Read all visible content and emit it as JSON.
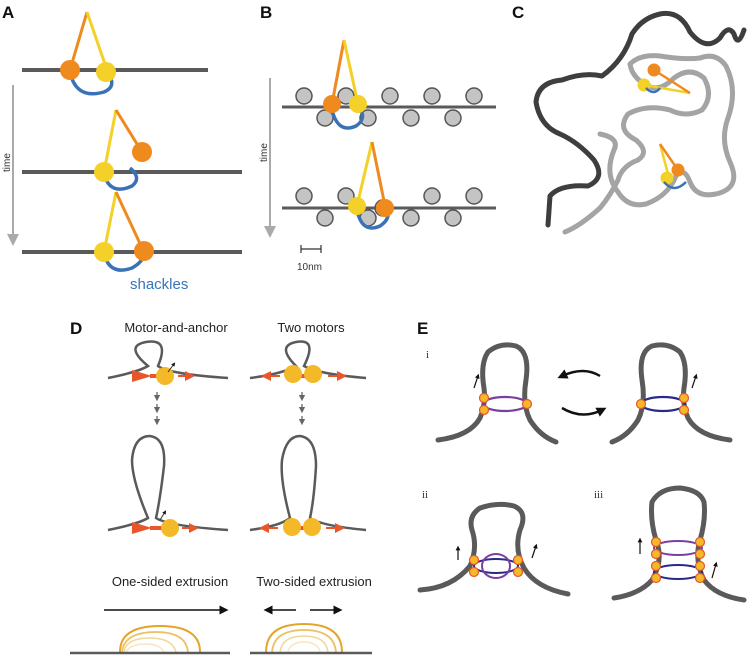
{
  "panels": {
    "A": {
      "label": "A",
      "time_label": "time",
      "shackles_label": "shackles"
    },
    "B": {
      "label": "B",
      "time_label": "time",
      "scale_label": "10nm"
    },
    "C": {
      "label": "C"
    },
    "D": {
      "label": "D",
      "title_left": "Motor-and-anchor",
      "title_right": "Two motors",
      "bottom_left": "One-sided extrusion",
      "bottom_right": "Two-sided extrusion"
    },
    "E": {
      "label": "E",
      "sub_i": "i",
      "sub_ii": "ii",
      "sub_iii": "iii"
    }
  },
  "colors": {
    "dna": "#5a5a5a",
    "dna_light": "#9a9a9a",
    "orange": "#ef8a1f",
    "yellow": "#f3d128",
    "shackle": "#3a72b8",
    "nucleosome": "#c4c4c4",
    "arrow_red": "#e8562a",
    "ring_purple": "#7b3fa0",
    "ring_blue": "#2a2a8c"
  }
}
